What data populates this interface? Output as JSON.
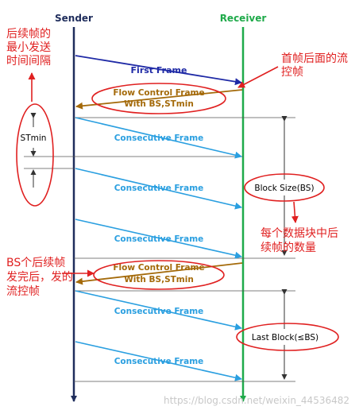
{
  "participants": {
    "sender": "Sender",
    "receiver": "Receiver"
  },
  "messages": {
    "first_frame": "First Frame",
    "flow_control_1_line1": "Flow Control Frame",
    "flow_control_1_line2": "With BS,STmin",
    "consecutive_1": "Consecutive Frame",
    "consecutive_2": "Consecutive Frame",
    "consecutive_3": "Consecutive Frame",
    "flow_control_2_line1": "Flow Control Frame",
    "flow_control_2_line2": "With BS,STmin",
    "consecutive_4": "Consecutive Frame",
    "consecutive_5": "Consecutive Frame"
  },
  "annotations": {
    "stmin": "STmin",
    "block_size": "Block Size(BS)",
    "last_block": "Last Block(≤BS)",
    "note_stmin_line1": "后续帧的",
    "note_stmin_line2": "最小发送",
    "note_stmin_line3": "时间间隔",
    "note_fc_line1": "首帧后面的流",
    "note_fc_line2": "控帧",
    "note_bs_line1": "每个数据块中后",
    "note_bs_line2": "续帧的数量",
    "note_fc2_line1": "BS个后续帧",
    "note_fc2_line2": "发完后，发的",
    "note_fc2_line3": "流控帧"
  },
  "watermark": "https://blog.csdn.net/weixin_44536482",
  "colors": {
    "sender_line": "#1f2d5c",
    "receiver_line": "#1faa4a",
    "first_frame": "#1f2aa6",
    "consecutive": "#2a9fe0",
    "flow_control": "#a46a0a",
    "annotation_red": "#e02020"
  }
}
